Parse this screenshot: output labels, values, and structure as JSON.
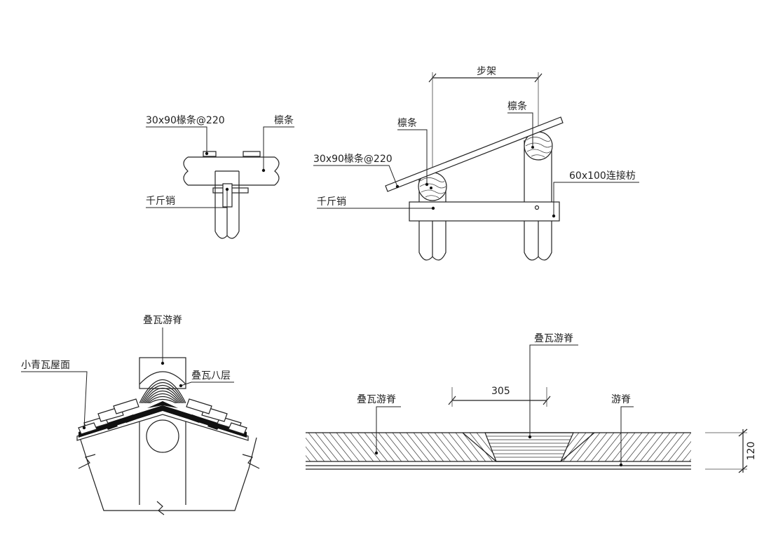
{
  "labels": {
    "rafter_spec_1": "30x90椽条@220",
    "purlin_1": "檩条",
    "pin_1": "千斤销",
    "step_span": "步架",
    "purlin_2": "檩条",
    "purlin_3": "檩条",
    "rafter_spec_2": "30x90椽条@220",
    "tie_beam": "60x100连接枋",
    "pin_2": "千斤销",
    "ridge_tile_top": "叠瓦游脊",
    "roof_surface": "小青瓦屋面",
    "stack_eight": "叠瓦八层",
    "ridge_elev_top": "叠瓦游脊",
    "dim_305": "305",
    "ridge_elev_left": "叠瓦游脊",
    "ridge_elev_right": "游脊",
    "dim_120": "120"
  }
}
